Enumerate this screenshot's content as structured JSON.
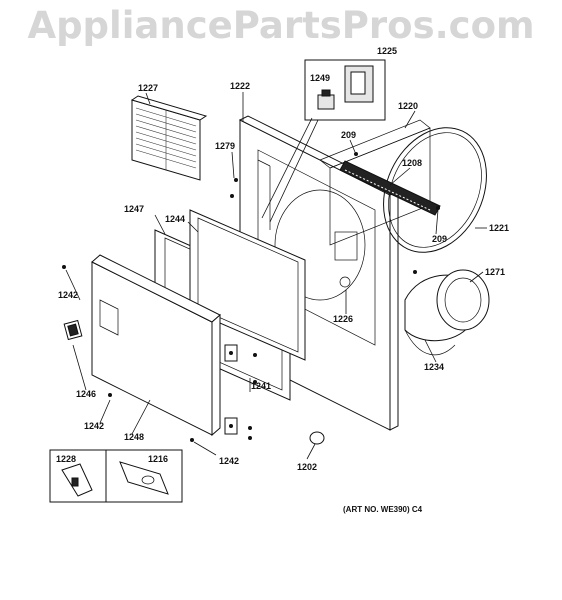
{
  "watermark": "AppliancePartsPros.com",
  "art_number": "(ART NO. WE390) C4",
  "parts": {
    "p1227": "1227",
    "p1222": "1222",
    "p1225": "1225",
    "p1249": "1249",
    "p1220": "1220",
    "p209a": "209",
    "p1279": "1279",
    "p1208": "1208",
    "p1247": "1247",
    "p1244": "1244",
    "p209b": "209",
    "p1221": "1221",
    "p1271": "1271",
    "p1242a": "1242",
    "p1226": "1226",
    "p1234": "1234",
    "p1241": "1241",
    "p1246": "1246",
    "p1242b": "1242",
    "p1248": "1248",
    "p1242c": "1242",
    "p1228": "1228",
    "p1216": "1216",
    "p1202": "1202"
  }
}
